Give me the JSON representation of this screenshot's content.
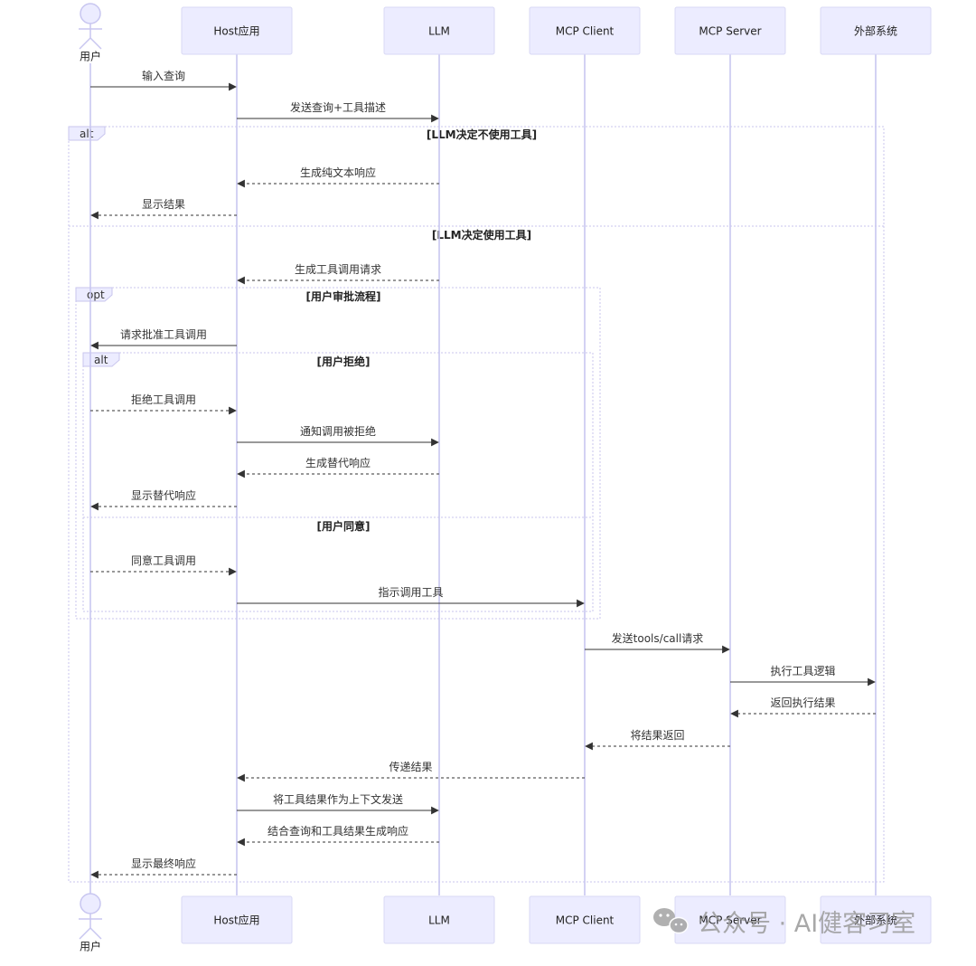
{
  "participants": [
    {
      "id": "user",
      "label": "用户",
      "kind": "actor"
    },
    {
      "id": "host",
      "label": "Host应用",
      "kind": "box"
    },
    {
      "id": "llm",
      "label": "LLM",
      "kind": "box"
    },
    {
      "id": "client",
      "label": "MCP Client",
      "kind": "box"
    },
    {
      "id": "server",
      "label": "MCP Server",
      "kind": "box"
    },
    {
      "id": "ext",
      "label": "外部系统",
      "kind": "box"
    }
  ],
  "messages": [
    {
      "from": "user",
      "to": "host",
      "label": "输入查询",
      "style": "solid"
    },
    {
      "from": "host",
      "to": "llm",
      "label": "发送查询+工具描述",
      "style": "solid"
    },
    {
      "from": "llm",
      "to": "host",
      "label": "生成纯文本响应",
      "style": "dashed"
    },
    {
      "from": "host",
      "to": "user",
      "label": "显示结果",
      "style": "dashed"
    },
    {
      "from": "llm",
      "to": "host",
      "label": "生成工具调用请求",
      "style": "dashed"
    },
    {
      "from": "host",
      "to": "user",
      "label": "请求批准工具调用",
      "style": "solid"
    },
    {
      "from": "user",
      "to": "host",
      "label": "拒绝工具调用",
      "style": "dashed"
    },
    {
      "from": "host",
      "to": "llm",
      "label": "通知调用被拒绝",
      "style": "solid"
    },
    {
      "from": "llm",
      "to": "host",
      "label": "生成替代响应",
      "style": "dashed"
    },
    {
      "from": "host",
      "to": "user",
      "label": "显示替代响应",
      "style": "dashed"
    },
    {
      "from": "user",
      "to": "host",
      "label": "同意工具调用",
      "style": "dashed"
    },
    {
      "from": "host",
      "to": "client",
      "label": "指示调用工具",
      "style": "solid"
    },
    {
      "from": "client",
      "to": "server",
      "label": "发送tools/call请求",
      "style": "solid"
    },
    {
      "from": "server",
      "to": "ext",
      "label": "执行工具逻辑",
      "style": "solid"
    },
    {
      "from": "ext",
      "to": "server",
      "label": "返回执行结果",
      "style": "dashed"
    },
    {
      "from": "server",
      "to": "client",
      "label": "将结果返回",
      "style": "dashed"
    },
    {
      "from": "client",
      "to": "host",
      "label": "传递结果",
      "style": "dashed"
    },
    {
      "from": "host",
      "to": "llm",
      "label": "将工具结果作为上下文发送",
      "style": "solid"
    },
    {
      "from": "llm",
      "to": "host",
      "label": "结合查询和工具结果生成响应",
      "style": "dashed"
    },
    {
      "from": "host",
      "to": "user",
      "label": "显示最终响应",
      "style": "dashed"
    }
  ],
  "fragments": [
    {
      "keyword": "alt",
      "sections": [
        "[LLM决定不使用工具]",
        "[LLM决定使用工具]"
      ]
    },
    {
      "keyword": "opt",
      "sections": [
        "[用户审批流程]"
      ]
    },
    {
      "keyword": "alt",
      "sections": [
        "[用户拒绝]",
        "[用户同意]"
      ]
    }
  ],
  "watermark": {
    "text": "公众号 · AI健客习室",
    "icon": "wechat-icon"
  }
}
